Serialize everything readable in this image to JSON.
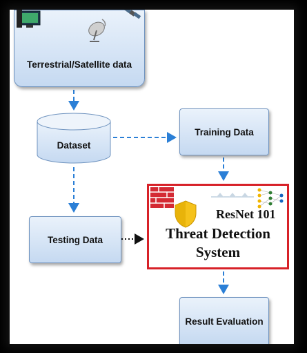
{
  "nodes": {
    "source": "Terrestrial/Satellite data",
    "dataset": "Dataset",
    "training": "Training Data",
    "testing": "Testing Data",
    "system_model": "ResNet 101",
    "system_title_line1": "Threat Detection",
    "system_title_line2": "System",
    "result": "Result Evaluation"
  },
  "colors": {
    "box_fill_top": "#eaf2fb",
    "box_fill_bottom": "#c5d9f1",
    "box_border": "#6f93bf",
    "arrow": "#2b7fd6",
    "system_border": "#d72128",
    "firewall": "#d42a34",
    "shield": "#f5c21b"
  },
  "icons": [
    "computer-icon",
    "satellite-dish-icon",
    "satellite-icon",
    "firewall-icon",
    "shield-icon",
    "neural-network-icon"
  ]
}
